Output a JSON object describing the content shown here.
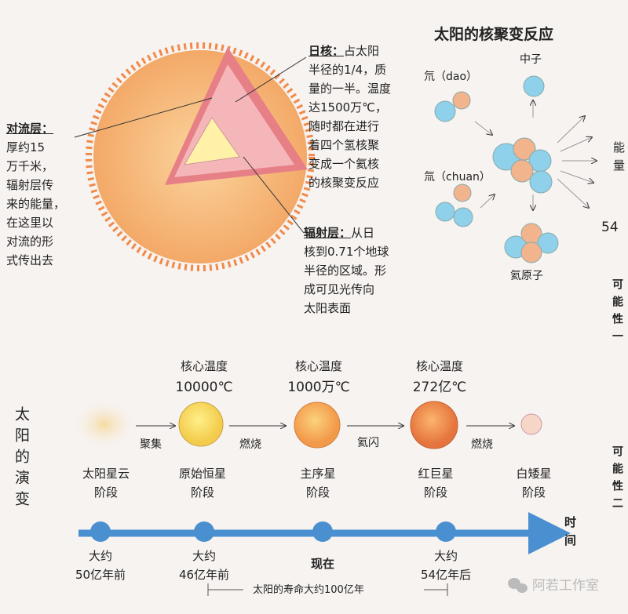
{
  "sun_structure": {
    "convection": {
      "title": "对流层：",
      "lines": [
        "厚约15",
        "万千米，",
        "辐射层传",
        "来的能量，",
        "在这里以",
        "对流的形",
        "式传出去"
      ]
    },
    "core": {
      "title": "日核：",
      "lines": [
        "占太阳",
        "半径的1/4，质",
        "量的一半。温度",
        "达1500万℃，",
        "随时都在进行",
        "着四个氢核聚",
        "变成一个氦核",
        "的核聚变反应"
      ]
    },
    "radiation": {
      "title": "辐射层：",
      "lines": [
        "从日",
        "核到0.71个地球",
        "半径的区域。形",
        "成可见光传向",
        "太阳表面"
      ]
    }
  },
  "fusion": {
    "title": "太阳的核聚变反应",
    "deuterium": "氘（dao）",
    "tritium": "氚（chuan）",
    "neutron": "中子",
    "helium": "氦原子",
    "energy": "能量",
    "cut_text": "54",
    "colors": {
      "neutron": "#8fd0ea",
      "proton": "#f2b48c"
    }
  },
  "evolution": {
    "title": "太阳的演变",
    "possibility1": "可能性一",
    "possibility2": "可能性二",
    "temps": [
      {
        "label": "核心温度",
        "value": "10000℃"
      },
      {
        "label": "核心温度",
        "value": "1000万℃"
      },
      {
        "label": "核心温度",
        "value": "272亿℃"
      }
    ],
    "transitions": [
      "聚集",
      "燃烧",
      "氦闪",
      "燃烧"
    ],
    "stages": [
      {
        "name": "太阳星云",
        "suffix": "阶段"
      },
      {
        "name": "原始恒星",
        "suffix": "阶段"
      },
      {
        "name": "主序星",
        "suffix": "阶段"
      },
      {
        "name": "红巨星",
        "suffix": "阶段"
      },
      {
        "name": "白矮星",
        "suffix": "阶段"
      }
    ],
    "timeline_label": "时间",
    "times": [
      {
        "l1": "大约",
        "l2": "50亿年前"
      },
      {
        "l1": "大约",
        "l2": "46亿年前"
      },
      {
        "l1": "",
        "l2": "现在"
      },
      {
        "l1": "大约",
        "l2": "54亿年后"
      }
    ],
    "lifespan": "太阳的寿命大约100亿年",
    "timeline_color": "#4a90d0"
  },
  "watermark": "阿若工作室"
}
